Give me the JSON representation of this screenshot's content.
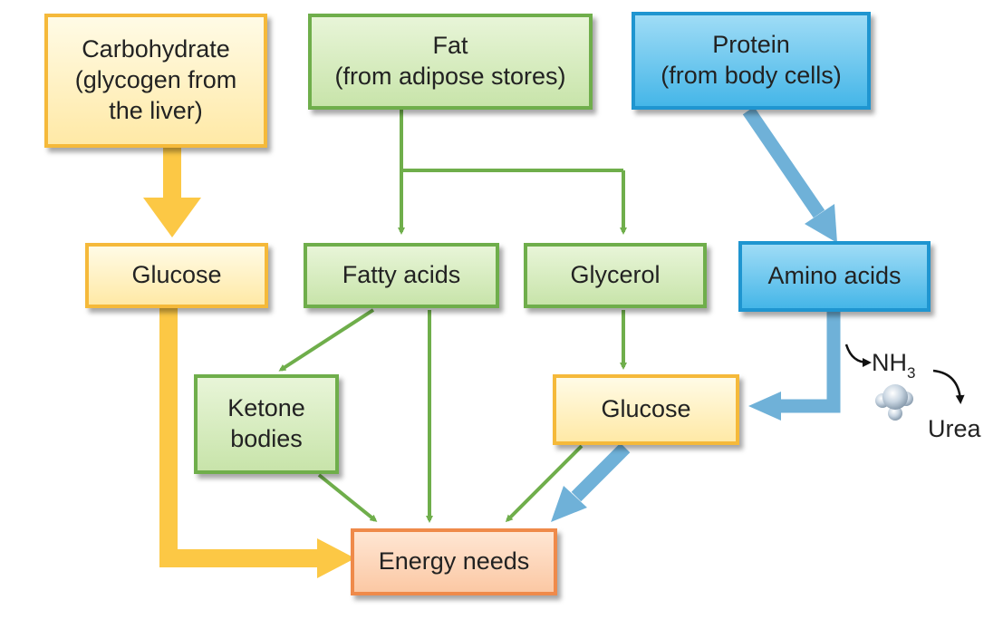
{
  "colors": {
    "yellow_arrow": "#fcc845",
    "green_arrow": "#6fae4b",
    "blue_arrow": "#6fb1d8",
    "black_arrow": "#111111"
  },
  "boxes": {
    "carbohydrate": [
      "Carbohydrate",
      "(glycogen from",
      "the liver)"
    ],
    "fat": [
      "Fat",
      "(from adipose stores)"
    ],
    "protein": [
      "Protein",
      "(from body cells)"
    ],
    "glucose_left": "Glucose",
    "fatty_acids": "Fatty acids",
    "glycerol": "Glycerol",
    "amino_acids": "Amino acids",
    "ketone_bodies": [
      "Ketone",
      "bodies"
    ],
    "glucose_right": "Glucose",
    "energy_needs": "Energy needs"
  },
  "byproducts": {
    "ammonia_main": "NH",
    "ammonia_sub": "3",
    "urea": "Urea"
  },
  "icons": {
    "ammonia_molecule": "molecule-icon"
  }
}
